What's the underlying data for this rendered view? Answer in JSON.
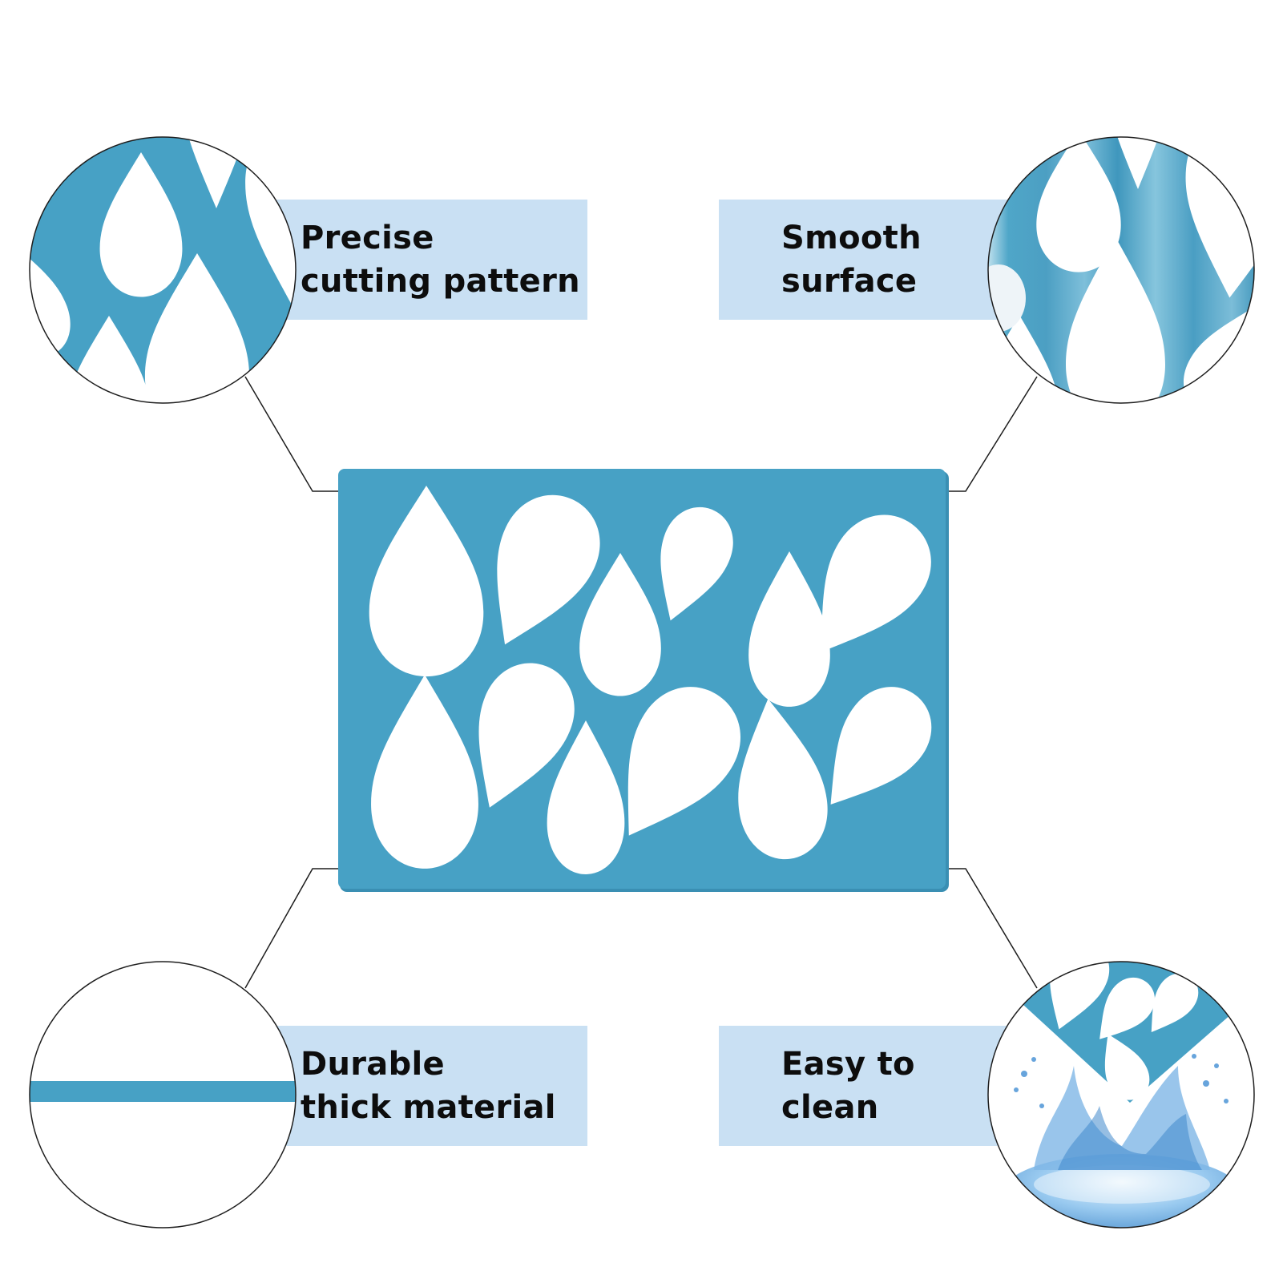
{
  "colors": {
    "stencil": "#47a1c5",
    "stencil_edge": "#3a8fb3",
    "label_bg": "#c9e0f3",
    "text": "#0d0d0d",
    "outline": "#1e1e1e",
    "water": "#5fa7e0"
  },
  "features": [
    {
      "key": "precise",
      "text": "Precise\ncutting pattern"
    },
    {
      "key": "smooth",
      "text": "Smooth\nsurface"
    },
    {
      "key": "durable",
      "text": "Durable\nthick material"
    },
    {
      "key": "easy",
      "text": "Easy to\nclean"
    }
  ]
}
